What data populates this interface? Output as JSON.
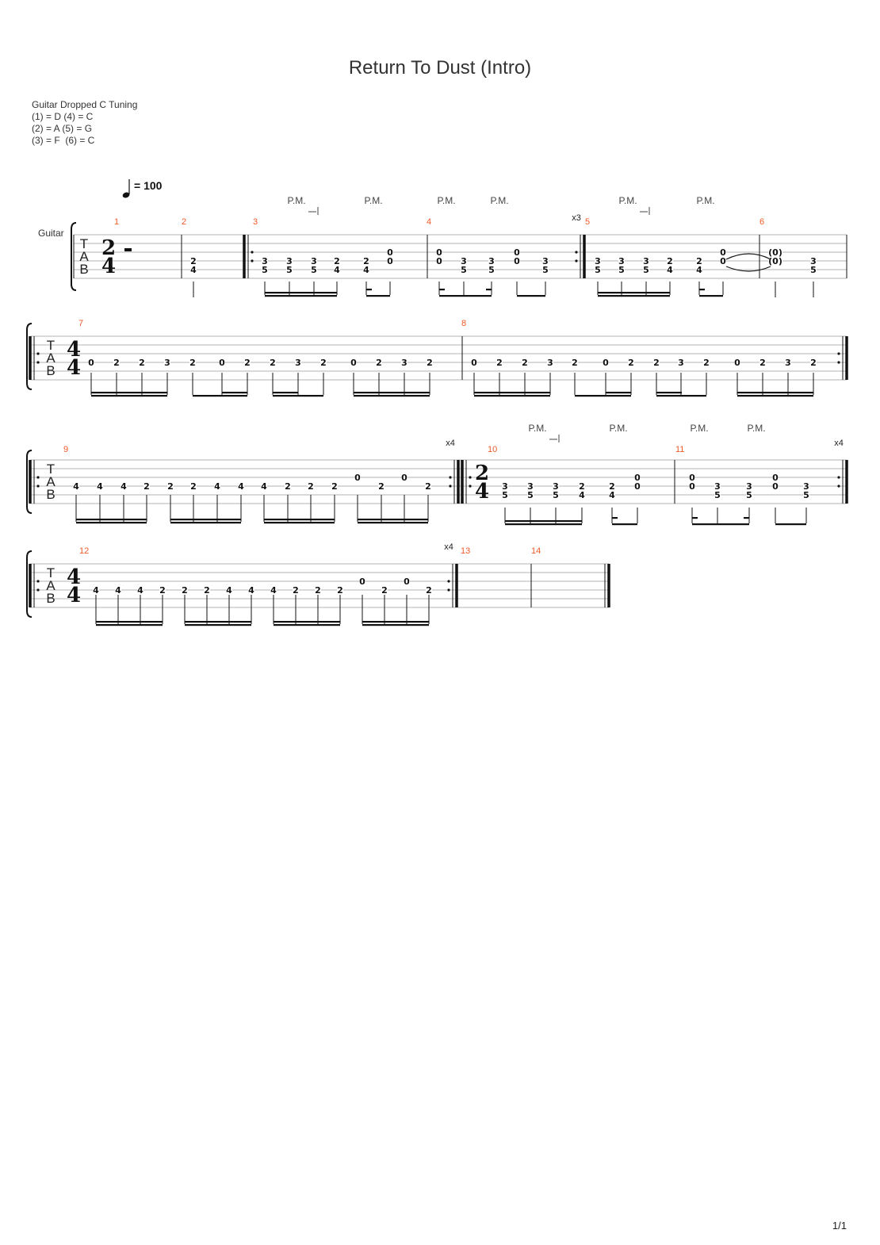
{
  "title": "Return To Dust (Intro)",
  "tuning": {
    "heading": "Guitar Dropped C Tuning",
    "lines": [
      "(1) = D (4) = C",
      "(2) = A (5) = G",
      "(3) = F  (6) = C"
    ]
  },
  "page_number": "1/1",
  "track_name": "Guitar",
  "tempo": "= 100",
  "tab_letters": [
    "T",
    "A",
    "B"
  ],
  "palm_mute": "P.M.",
  "systems": [
    {
      "time_signature": [
        "2",
        "4"
      ],
      "measures": [
        {
          "number": "1",
          "notes": [],
          "rest": true
        },
        {
          "number": "2",
          "notes": [
            {
              "frets": [
                [
                  4,
                  "2"
                ],
                [
                  5,
                  "4"
                ]
              ]
            }
          ]
        },
        {
          "number": "3",
          "repeat_start": true,
          "notes": [
            {
              "frets": [
                [
                  4,
                  "3"
                ],
                [
                  5,
                  "5"
                ]
              ]
            },
            {
              "frets": [
                [
                  4,
                  "3"
                ],
                [
                  5,
                  "5"
                ]
              ]
            },
            {
              "frets": [
                [
                  4,
                  "3"
                ],
                [
                  5,
                  "5"
                ]
              ]
            },
            {
              "frets": [
                [
                  4,
                  "2"
                ],
                [
                  5,
                  "4"
                ]
              ]
            },
            {
              "frets": [
                [
                  4,
                  "2"
                ],
                [
                  5,
                  "4"
                ]
              ]
            },
            {
              "frets": [
                [
                  3,
                  "0"
                ],
                [
                  4,
                  "0"
                ]
              ]
            }
          ]
        },
        {
          "number": "4",
          "repeat_end": true,
          "repeat_count": "x3",
          "notes": [
            {
              "frets": [
                [
                  3,
                  "0"
                ],
                [
                  4,
                  "0"
                ]
              ]
            },
            {
              "frets": [
                [
                  4,
                  "3"
                ],
                [
                  5,
                  "5"
                ]
              ]
            },
            {
              "frets": [
                [
                  4,
                  "3"
                ],
                [
                  5,
                  "5"
                ]
              ]
            },
            {
              "frets": [
                [
                  3,
                  "0"
                ],
                [
                  4,
                  "0"
                ]
              ]
            },
            {
              "frets": [
                [
                  4,
                  "3"
                ],
                [
                  5,
                  "5"
                ]
              ]
            }
          ]
        },
        {
          "number": "5",
          "notes": [
            {
              "frets": [
                [
                  4,
                  "3"
                ],
                [
                  5,
                  "5"
                ]
              ]
            },
            {
              "frets": [
                [
                  4,
                  "3"
                ],
                [
                  5,
                  "5"
                ]
              ]
            },
            {
              "frets": [
                [
                  4,
                  "3"
                ],
                [
                  5,
                  "5"
                ]
              ]
            },
            {
              "frets": [
                [
                  4,
                  "2"
                ],
                [
                  5,
                  "4"
                ]
              ]
            },
            {
              "frets": [
                [
                  4,
                  "2"
                ],
                [
                  5,
                  "4"
                ]
              ]
            },
            {
              "frets": [
                [
                  3,
                  "0"
                ],
                [
                  4,
                  "0"
                ]
              ]
            }
          ]
        },
        {
          "number": "6",
          "notes": [
            {
              "frets": [
                [
                  3,
                  "(0)"
                ],
                [
                  4,
                  "(0)"
                ]
              ]
            },
            {
              "frets": [
                [
                  4,
                  "3"
                ],
                [
                  5,
                  "5"
                ]
              ]
            }
          ]
        }
      ],
      "palm_mutes": [
        "P.M.",
        "P.M.",
        "P.M.",
        "P.M.",
        "P.M.",
        "P.M."
      ]
    },
    {
      "time_signature": [
        "4",
        "4"
      ],
      "measures": [
        {
          "number": "7",
          "repeat_start": true,
          "notes": [
            "0",
            "2",
            "2",
            "3",
            "2",
            "0",
            "2",
            "2",
            "3",
            "2",
            "0",
            "2",
            "3",
            "2"
          ]
        },
        {
          "number": "8",
          "repeat_end": true,
          "notes": [
            "0",
            "2",
            "2",
            "3",
            "2",
            "0",
            "2",
            "2",
            "3",
            "2",
            "0",
            "2",
            "3",
            "2"
          ]
        }
      ]
    },
    {
      "measures": [
        {
          "number": "9",
          "repeat_start": true,
          "repeat_end": true,
          "repeat_count": "x4",
          "notes": [
            "4",
            "4",
            "4",
            "2",
            "2",
            "2",
            "4",
            "4",
            "4",
            "2",
            "2",
            "2",
            "0",
            "2",
            "0",
            "2"
          ]
        },
        {
          "number": "10",
          "repeat_start": true,
          "time_signature": [
            "2",
            "4"
          ],
          "notes": []
        },
        {
          "number": "11",
          "repeat_end": true,
          "repeat_count": "x4",
          "notes": []
        }
      ],
      "palm_mutes": [
        "P.M.",
        "P.M.",
        "P.M.",
        "P.M."
      ]
    },
    {
      "time_signature": [
        "4",
        "4"
      ],
      "measures": [
        {
          "number": "12",
          "repeat_start": true,
          "repeat_end": true,
          "repeat_count": "x4",
          "notes": [
            "4",
            "4",
            "4",
            "2",
            "2",
            "2",
            "4",
            "4",
            "4",
            "2",
            "2",
            "2",
            "0",
            "2",
            "0",
            "2"
          ]
        },
        {
          "number": "13",
          "notes": []
        },
        {
          "number": "14",
          "notes": []
        }
      ]
    }
  ],
  "colors": {
    "measure_number": "#f05a28",
    "staff_line": "#9a9a9a",
    "ink": "#111111"
  }
}
